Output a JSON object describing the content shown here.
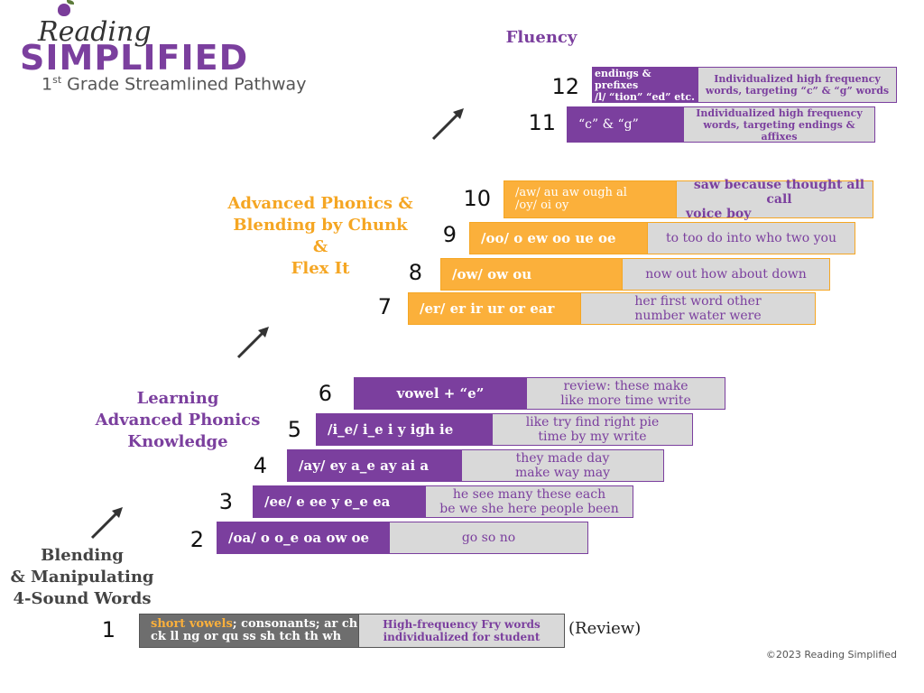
{
  "logo": {
    "reading": "Reading",
    "simplified": "SIMPLIFIED",
    "subtitle_prefix": "1",
    "subtitle_sup": "st",
    "subtitle_rest": " Grade Streamlined Pathway"
  },
  "sections": {
    "fluency": "Fluency",
    "advanced_line1": "Advanced Phonics &",
    "advanced_line2": "Blending by Chunk",
    "advanced_line3": "&",
    "advanced_line4": "Flex It",
    "learning_line1": "Learning",
    "learning_line2": "Advanced Phonics",
    "learning_line3": "Knowledge",
    "blending_line1": "Blending",
    "blending_line2": "& Manipulating",
    "blending_line3": "4-Sound Words"
  },
  "steps": {
    "s1": {
      "num": "1",
      "label_a": "short vowels",
      "label_b": "; consonants; ar ch",
      "label_c": "ck ll ng or qu ss sh tch th wh",
      "desc1": "High-frequency Fry words",
      "desc2": "individualized for student"
    },
    "s2": {
      "num": "2",
      "label": "/oa/ o o_e oa ow oe",
      "desc1": "go so no",
      "desc2": ""
    },
    "s3": {
      "num": "3",
      "label": "/ee/ e ee y e_e ea",
      "desc1": "he see many these each",
      "desc2": "be we she here people been"
    },
    "s4": {
      "num": "4",
      "label": "/ay/ ey a_e ay ai a",
      "desc1": "they made day",
      "desc2": "make way may"
    },
    "s5": {
      "num": "5",
      "label": "/i_e/ i_e i y igh ie",
      "desc1": "like try find right pie",
      "desc2": "time by my write"
    },
    "s6": {
      "num": "6",
      "label": "vowel + “e”",
      "desc1": "review: these make",
      "desc2": "like more time write"
    },
    "s7": {
      "num": "7",
      "label": "/er/ er ir ur or ear",
      "desc1": "her first word other",
      "desc2": "number water were"
    },
    "s8": {
      "num": "8",
      "label": "/ow/ ow ou",
      "desc1": "now out how about down",
      "desc2": ""
    },
    "s9": {
      "num": "9",
      "label": "/oo/  o ew oo ue oe",
      "desc1": "to too do into who two  you",
      "desc2": ""
    },
    "s10": {
      "num": "10",
      "label1": "/aw/ au aw ough al",
      "label2": "/oy/ oi oy",
      "desc1": "saw because thought all call",
      "desc2": "voice boy"
    },
    "s11": {
      "num": "11",
      "label": "“c” & “g”",
      "desc1": "Individualized high frequency",
      "desc2": "words, targeting endings & affixes"
    },
    "s12": {
      "num": "12",
      "label1": "endings & prefixes",
      "label2": "/l/ “tion”  “ed” etc.",
      "desc1": "Individualized high frequency",
      "desc2": "words, targeting “c” & “g” words"
    }
  },
  "review": "(Review)",
  "copyright": "©2023 Reading Simplified",
  "colors": {
    "purple": "#7b3f9e",
    "orange": "#fbb03b",
    "gray": "#d9d9d9",
    "dark_gray": "#6e6e6e"
  }
}
